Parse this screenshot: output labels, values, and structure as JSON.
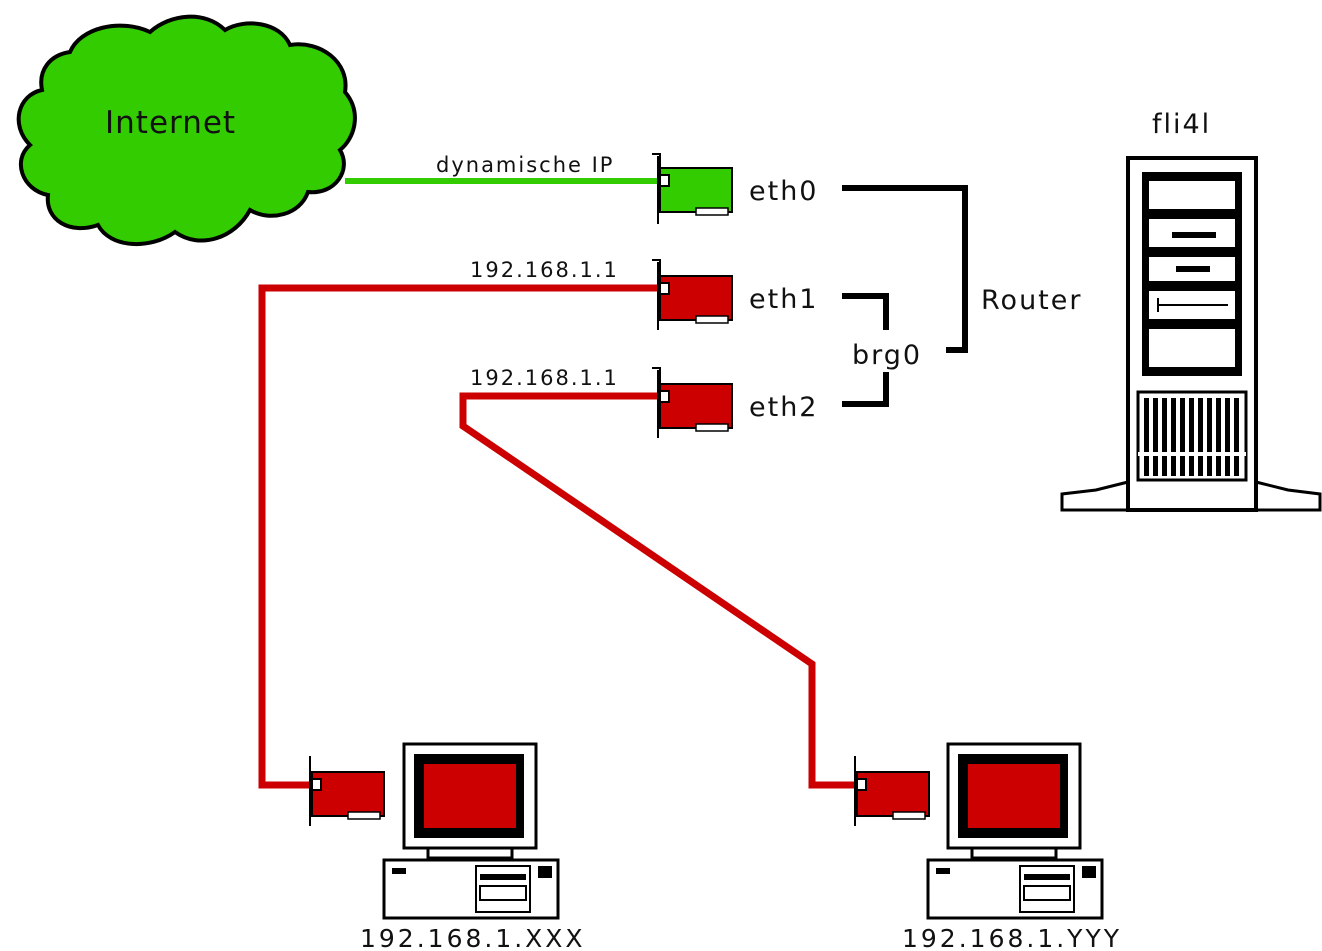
{
  "labels": {
    "internet": "Internet",
    "router_name": "fli4l",
    "router": "Router",
    "bridge": "brg0",
    "eth0": "eth0",
    "eth1": "eth1",
    "eth2": "eth2",
    "eth0_ip": "dynamische IP",
    "eth1_ip": "192.168.1.1",
    "eth2_ip": "192.168.1.1",
    "client1_ip": "192.168.1.XXX",
    "client2_ip": "192.168.1.YYY"
  },
  "colors": {
    "cloud": "#33cc00",
    "wan_link": "#33cc00",
    "lan_link": "#cc0000",
    "nic_wan": "#33cc00",
    "nic_lan": "#cc0000",
    "screen": "#cc0000",
    "outline": "#000000"
  }
}
